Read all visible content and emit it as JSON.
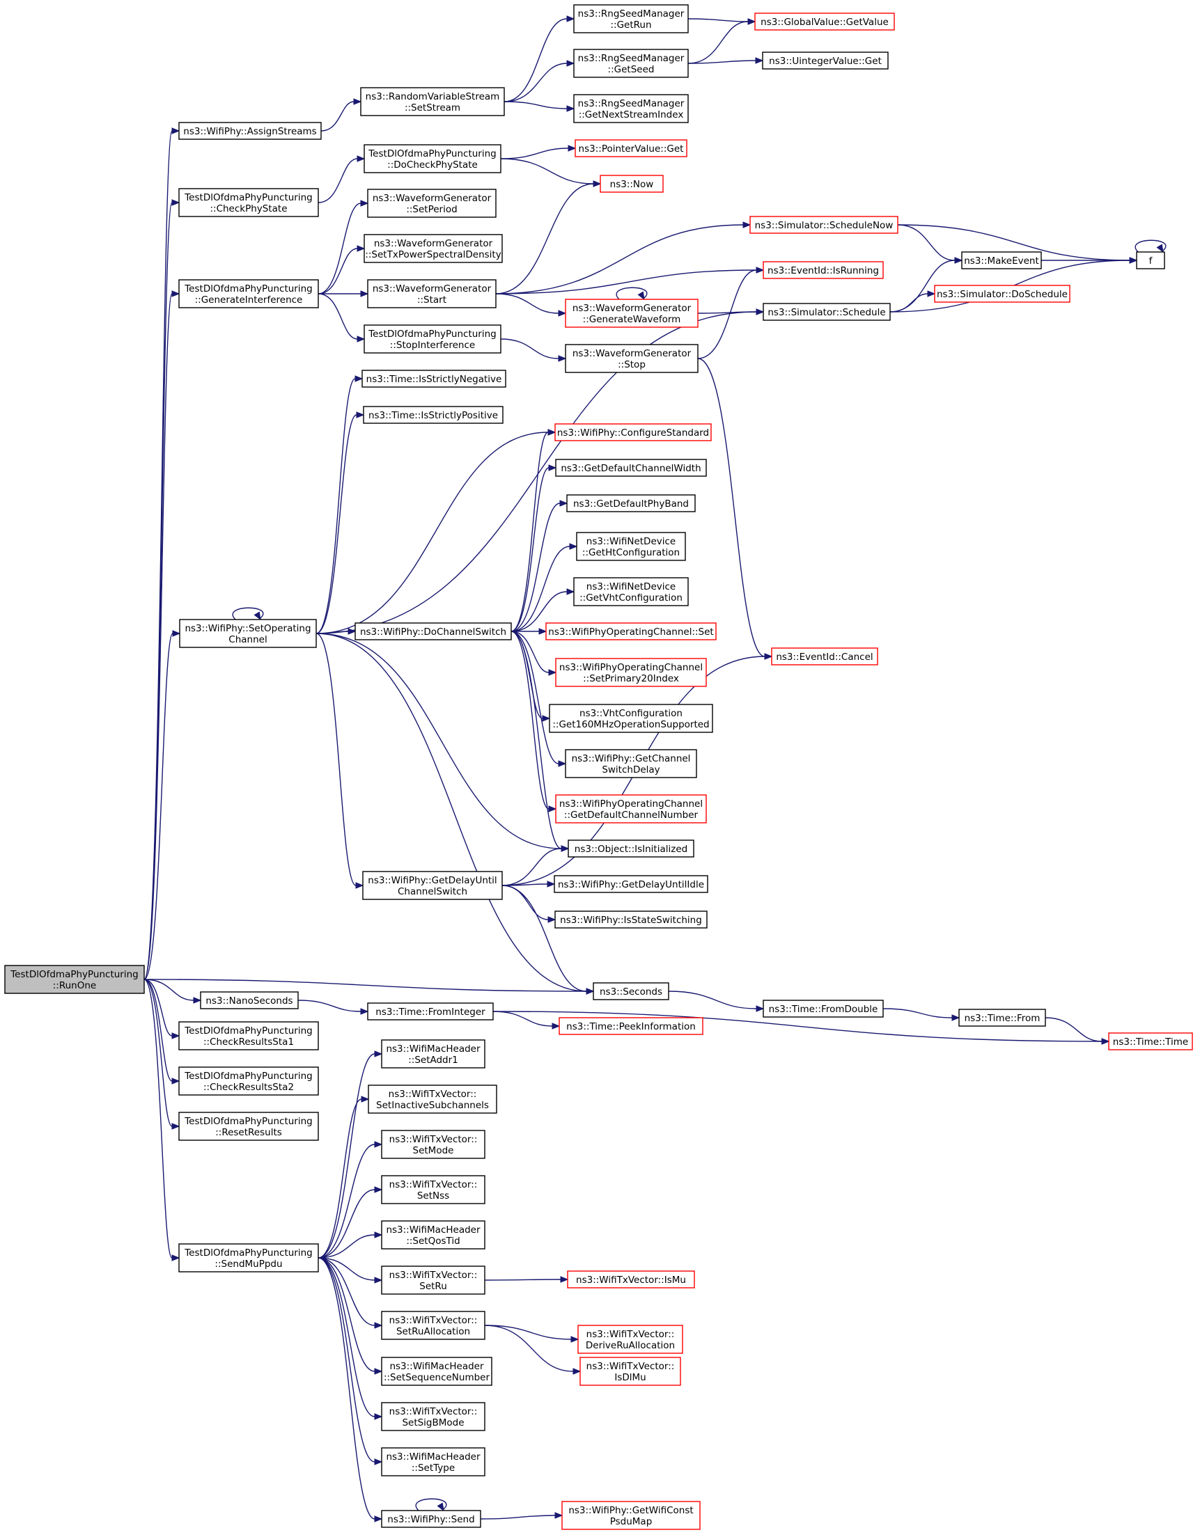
{
  "colors": {
    "edge": "#191970",
    "node_border": "#000000",
    "truncated_border": "#ff0000",
    "root_fill": "#bfbfbf",
    "background": "#ffffff"
  },
  "nodes": [
    {
      "id": "runone",
      "lines": [
        "TestDlOfdmaPhyPuncturing",
        "::RunOne"
      ],
      "root": true
    },
    {
      "id": "assignstreams",
      "lines": [
        "ns3::WifiPhy::AssignStreams"
      ]
    },
    {
      "id": "setstream",
      "lines": [
        "ns3::RandomVariableStream",
        "::SetStream"
      ]
    },
    {
      "id": "getrun",
      "lines": [
        "ns3::RngSeedManager",
        "::GetRun"
      ]
    },
    {
      "id": "getseed",
      "lines": [
        "ns3::RngSeedManager",
        "::GetSeed"
      ]
    },
    {
      "id": "getnextstreamindex",
      "lines": [
        "ns3::RngSeedManager",
        "::GetNextStreamIndex"
      ]
    },
    {
      "id": "globalgetvalue",
      "lines": [
        "ns3::GlobalValue::GetValue"
      ],
      "truncated": true
    },
    {
      "id": "uintegerget",
      "lines": [
        "ns3::UintegerValue::Get"
      ]
    },
    {
      "id": "checkphystate",
      "lines": [
        "TestDlOfdmaPhyPuncturing",
        "::CheckPhyState"
      ]
    },
    {
      "id": "docheckphystate",
      "lines": [
        "TestDlOfdmaPhyPuncturing",
        "::DoCheckPhyState"
      ]
    },
    {
      "id": "pointerget",
      "lines": [
        "ns3::PointerValue::Get"
      ],
      "truncated": true
    },
    {
      "id": "now",
      "lines": [
        "ns3::Now"
      ],
      "truncated": true
    },
    {
      "id": "generateinterference",
      "lines": [
        "TestDlOfdmaPhyPuncturing",
        "::GenerateInterference"
      ]
    },
    {
      "id": "setperiod",
      "lines": [
        "ns3::WaveformGenerator",
        "::SetPeriod"
      ]
    },
    {
      "id": "settxpsd",
      "lines": [
        "ns3::WaveformGenerator",
        "::SetTxPowerSpectralDensity"
      ]
    },
    {
      "id": "wgstart",
      "lines": [
        "ns3::WaveformGenerator",
        "::Start"
      ]
    },
    {
      "id": "stopinterference",
      "lines": [
        "TestDlOfdmaPhyPuncturing",
        "::StopInterference"
      ]
    },
    {
      "id": "schedulenow",
      "lines": [
        "ns3::Simulator::ScheduleNow"
      ],
      "truncated": true
    },
    {
      "id": "isrunning",
      "lines": [
        "ns3::EventId::IsRunning"
      ],
      "truncated": true
    },
    {
      "id": "generatewaveform",
      "lines": [
        "ns3::WaveformGenerator",
        "::GenerateWaveform"
      ],
      "truncated": true
    },
    {
      "id": "wgstop",
      "lines": [
        "ns3::WaveformGenerator",
        "::Stop"
      ]
    },
    {
      "id": "schedule",
      "lines": [
        "ns3::Simulator::Schedule"
      ]
    },
    {
      "id": "makeevent",
      "lines": [
        "ns3::MakeEvent"
      ]
    },
    {
      "id": "doschedule",
      "lines": [
        "ns3::Simulator::DoSchedule"
      ],
      "truncated": true
    },
    {
      "id": "f",
      "lines": [
        "f"
      ]
    },
    {
      "id": "isstrictlynegative",
      "lines": [
        "ns3::Time::IsStrictlyNegative"
      ]
    },
    {
      "id": "isstrictlypositive",
      "lines": [
        "ns3::Time::IsStrictlyPositive"
      ]
    },
    {
      "id": "setoperatingchannel",
      "lines": [
        "ns3::WifiPhy::SetOperating",
        "Channel"
      ]
    },
    {
      "id": "dochannelswitch",
      "lines": [
        "ns3::WifiPhy::DoChannelSwitch"
      ]
    },
    {
      "id": "configurestandard",
      "lines": [
        "ns3::WifiPhy::ConfigureStandard"
      ],
      "truncated": true
    },
    {
      "id": "getdefaultchannelwidth",
      "lines": [
        "ns3::GetDefaultChannelWidth"
      ]
    },
    {
      "id": "getdefaultphyband",
      "lines": [
        "ns3::GetDefaultPhyBand"
      ]
    },
    {
      "id": "gethtconfiguration",
      "lines": [
        "ns3::WifiNetDevice",
        "::GetHtConfiguration"
      ]
    },
    {
      "id": "getvhtconfiguration",
      "lines": [
        "ns3::WifiNetDevice",
        "::GetVhtConfiguration"
      ]
    },
    {
      "id": "opchannelset",
      "lines": [
        "ns3::WifiPhyOperatingChannel::Set"
      ],
      "truncated": true
    },
    {
      "id": "setprimary20",
      "lines": [
        "ns3::WifiPhyOperatingChannel",
        "::SetPrimary20Index"
      ],
      "truncated": true
    },
    {
      "id": "get160mhz",
      "lines": [
        "ns3::VhtConfiguration",
        "::Get160MHzOperationSupported"
      ]
    },
    {
      "id": "getchannelswitchdelay",
      "lines": [
        "ns3::WifiPhy::GetChannel",
        "SwitchDelay"
      ]
    },
    {
      "id": "getdefaultchannelnumber",
      "lines": [
        "ns3::WifiPhyOperatingChannel",
        "::GetDefaultChannelNumber"
      ],
      "truncated": true
    },
    {
      "id": "isinitialized",
      "lines": [
        "ns3::Object::IsInitialized"
      ]
    },
    {
      "id": "getdelayuntilchannelswitch",
      "lines": [
        "ns3::WifiPhy::GetDelayUntil",
        "ChannelSwitch"
      ]
    },
    {
      "id": "getdelayuntilidle",
      "lines": [
        "ns3::WifiPhy::GetDelayUntilIdle"
      ]
    },
    {
      "id": "isstateswitching",
      "lines": [
        "ns3::WifiPhy::IsStateSwitching"
      ]
    },
    {
      "id": "eventcancel",
      "lines": [
        "ns3::EventId::Cancel"
      ],
      "truncated": true
    },
    {
      "id": "seconds",
      "lines": [
        "ns3::Seconds"
      ]
    },
    {
      "id": "fromdouble",
      "lines": [
        "ns3::Time::FromDouble"
      ]
    },
    {
      "id": "timefrom",
      "lines": [
        "ns3::Time::From"
      ]
    },
    {
      "id": "timetime",
      "lines": [
        "ns3::Time::Time"
      ],
      "truncated": true
    },
    {
      "id": "nanoseconds",
      "lines": [
        "ns3::NanoSeconds"
      ]
    },
    {
      "id": "frominteger",
      "lines": [
        "ns3::Time::FromInteger"
      ]
    },
    {
      "id": "peekinformation",
      "lines": [
        "ns3::Time::PeekInformation"
      ],
      "truncated": true
    },
    {
      "id": "checkresultssta1",
      "lines": [
        "TestDlOfdmaPhyPuncturing",
        "::CheckResultsSta1"
      ]
    },
    {
      "id": "checkresultssta2",
      "lines": [
        "TestDlOfdmaPhyPuncturing",
        "::CheckResultsSta2"
      ]
    },
    {
      "id": "resetresults",
      "lines": [
        "TestDlOfdmaPhyPuncturing",
        "::ResetResults"
      ]
    },
    {
      "id": "sendmuppdu",
      "lines": [
        "TestDlOfdmaPhyPuncturing",
        "::SendMuPpdu"
      ]
    },
    {
      "id": "setaddr1",
      "lines": [
        "ns3::WifiMacHeader",
        "::SetAddr1"
      ]
    },
    {
      "id": "setinactivesubchannels",
      "lines": [
        "ns3::WifiTxVector::",
        "SetInactiveSubchannels"
      ]
    },
    {
      "id": "setmode",
      "lines": [
        "ns3::WifiTxVector::",
        "SetMode"
      ]
    },
    {
      "id": "setnss",
      "lines": [
        "ns3::WifiTxVector::",
        "SetNss"
      ]
    },
    {
      "id": "setqostid",
      "lines": [
        "ns3::WifiMacHeader",
        "::SetQosTid"
      ]
    },
    {
      "id": "setru",
      "lines": [
        "ns3::WifiTxVector::",
        "SetRu"
      ]
    },
    {
      "id": "ismu",
      "lines": [
        "ns3::WifiTxVector::IsMu"
      ],
      "truncated": true
    },
    {
      "id": "setruallocation",
      "lines": [
        "ns3::WifiTxVector::",
        "SetRuAllocation"
      ]
    },
    {
      "id": "deriveruallocation",
      "lines": [
        "ns3::WifiTxVector::",
        "DeriveRuAllocation"
      ],
      "truncated": true
    },
    {
      "id": "isdlmu",
      "lines": [
        "ns3::WifiTxVector::",
        "IsDlMu"
      ],
      "truncated": true
    },
    {
      "id": "setsequencenumber",
      "lines": [
        "ns3::WifiMacHeader",
        "::SetSequenceNumber"
      ]
    },
    {
      "id": "setsigbmode",
      "lines": [
        "ns3::WifiTxVector::",
        "SetSigBMode"
      ]
    },
    {
      "id": "settype",
      "lines": [
        "ns3::WifiMacHeader",
        "::SetType"
      ]
    },
    {
      "id": "wifiphysend",
      "lines": [
        "ns3::WifiPhy::Send"
      ]
    },
    {
      "id": "getwificonstpsdumap",
      "lines": [
        "ns3::WifiPhy::GetWifiConst",
        "PsduMap"
      ],
      "truncated": true
    }
  ]
}
